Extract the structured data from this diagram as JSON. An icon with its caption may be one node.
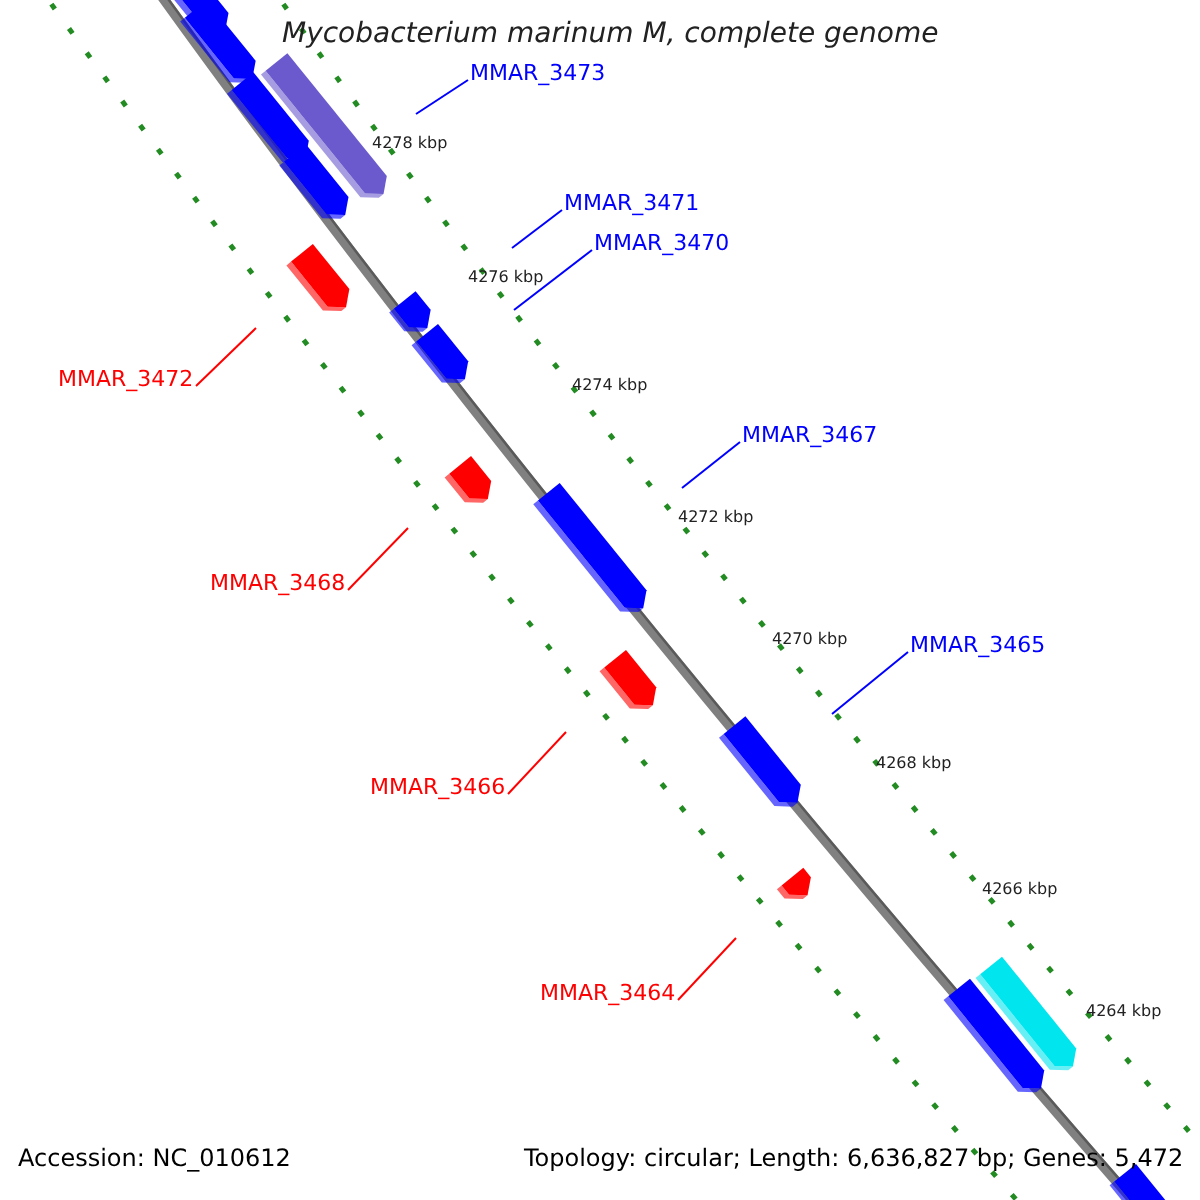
{
  "diagram": {
    "title": "Mycobacterium marinum M, complete genome",
    "nodes": [
      {
        "text": [
          "MMAR_3473"
        ]
      },
      {
        "text": [
          "MMAR_3471"
        ]
      },
      {
        "text": [
          "MMAR_3470"
        ]
      },
      {
        "text": [
          "MMAR_3472"
        ]
      },
      {
        "text": [
          "MMAR_3467"
        ]
      },
      {
        "text": [
          "MMAR_3468"
        ]
      },
      {
        "text": [
          "MMAR_3465"
        ]
      },
      {
        "text": [
          "MMAR_3466"
        ]
      },
      {
        "text": [
          "MMAR_3464"
        ]
      }
    ],
    "edges": [
      {
        "from": 0,
        "to": null,
        "arrow": "none"
      },
      {
        "from": 1,
        "to": null,
        "arrow": "none"
      },
      {
        "from": 2,
        "to": null,
        "arrow": "none"
      },
      {
        "from": 3,
        "to": null,
        "arrow": "none",
        "color": "#ff0000"
      },
      {
        "from": 4,
        "to": null,
        "arrow": "none"
      },
      {
        "from": 5,
        "to": null,
        "arrow": "none",
        "color": "#ff0000"
      },
      {
        "from": 6,
        "to": null,
        "arrow": "none"
      },
      {
        "from": 7,
        "to": null,
        "arrow": "none",
        "color": "#ff0000"
      },
      {
        "from": 8,
        "to": null,
        "arrow": "none",
        "color": "#ff0000"
      }
    ],
    "labels": [
      "4278 kbp",
      "4276 kbp",
      "4274 kbp",
      "4272 kbp",
      "4270 kbp",
      "4268 kbp",
      "4266 kbp",
      "4264 kbp",
      "Accession: NC_010612",
      "Topology: circular; Length: 6,636,827 bp; Genes: 5,472"
    ]
  }
}
